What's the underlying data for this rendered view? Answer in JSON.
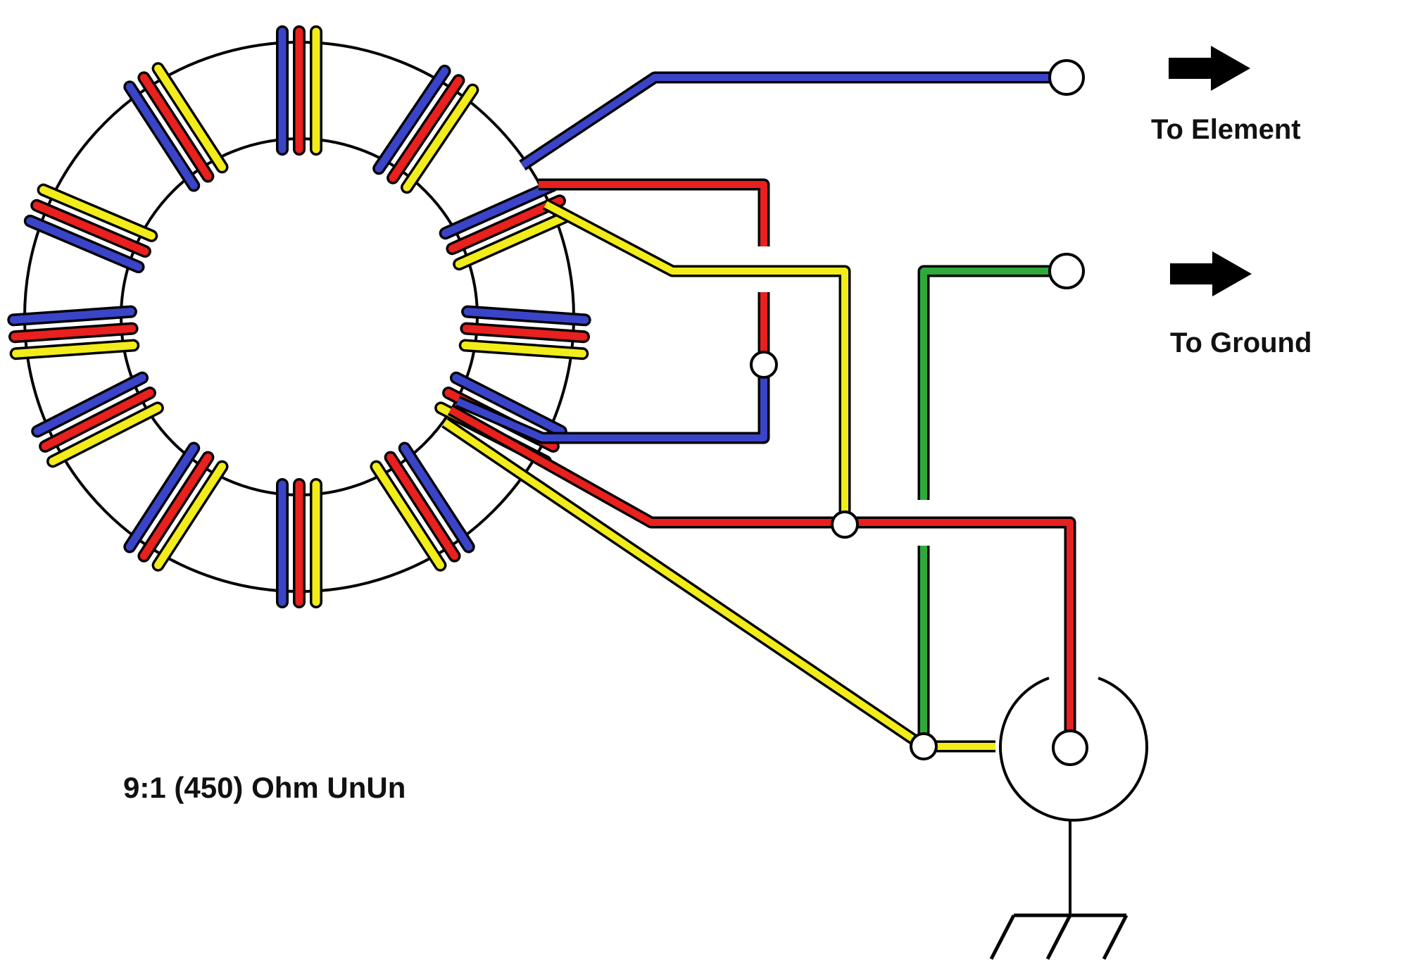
{
  "diagram": {
    "title": "9:1 (450) Ohm UnUn",
    "labels": {
      "to_element": "To Element",
      "to_ground": "To Ground"
    },
    "components": [
      "toroid-core",
      "trifilar-winding",
      "element-terminal",
      "ground-terminal",
      "coax-connector",
      "earth-ground-symbol"
    ],
    "icons": [
      "arrow-right-icon",
      "arrow-right-icon",
      "earth-ground-icon"
    ],
    "colors": {
      "blue_wire": "#3a44c8",
      "red_wire": "#e8201e",
      "yellow_wire": "#f2ec1a",
      "green_wire": "#2eaa3c",
      "outline": "#000000"
    }
  }
}
